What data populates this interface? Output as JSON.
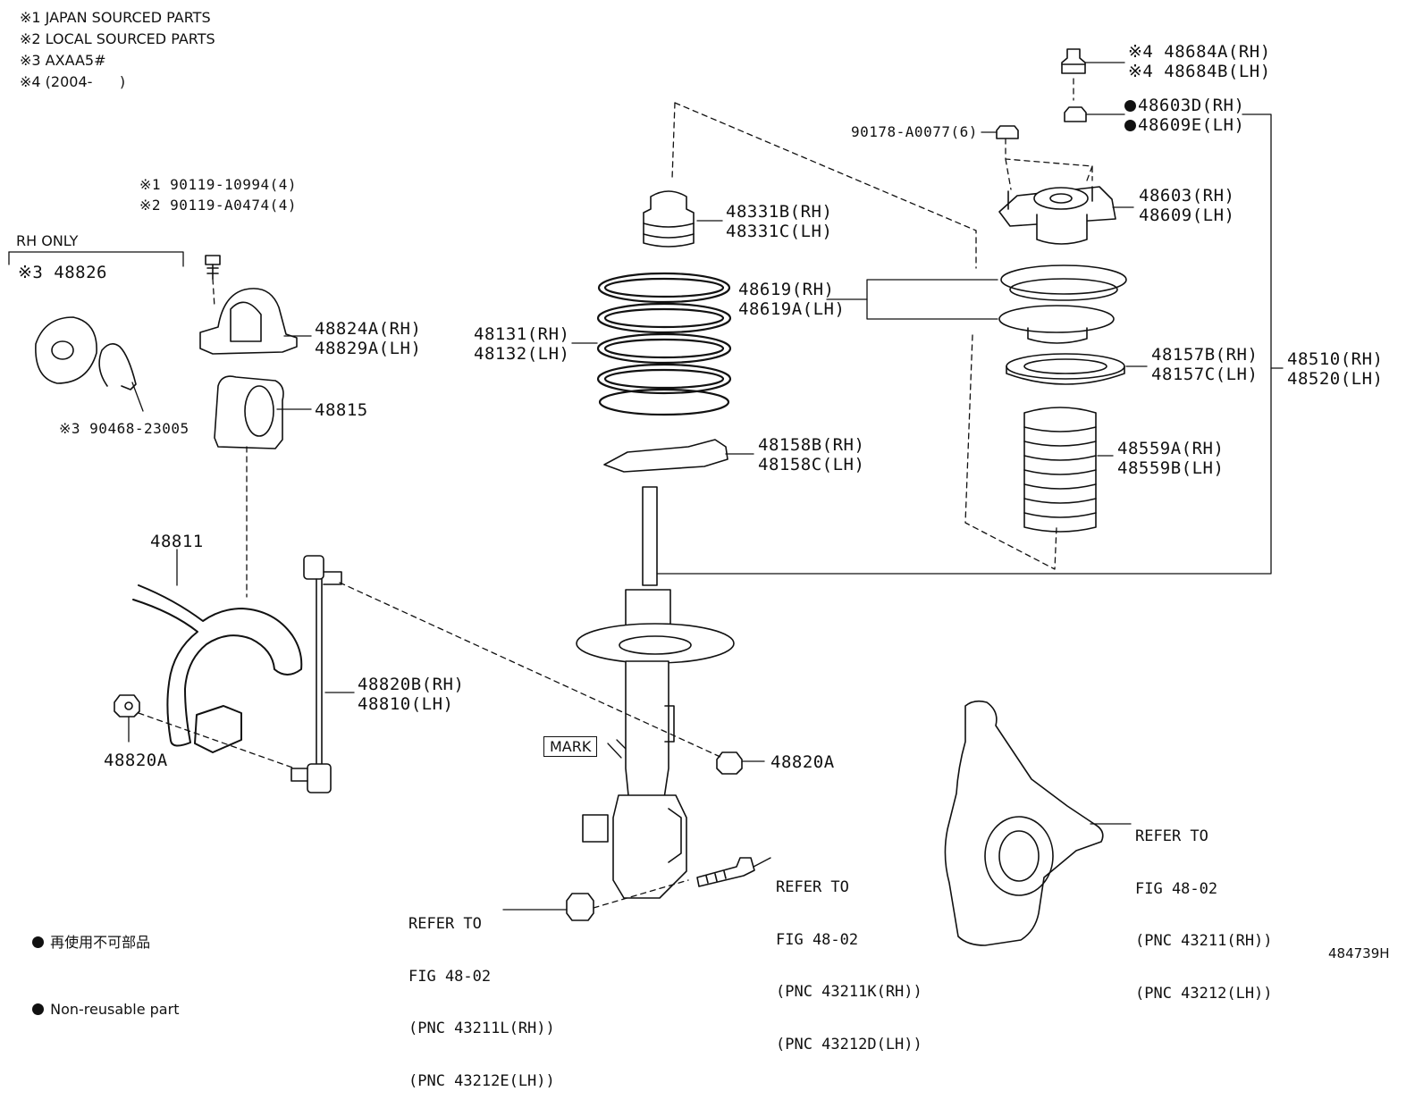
{
  "notes": [
    "※1 JAPAN SOURCED PARTS",
    "※2 LOCAL SOURCED PARTS",
    "※3 AXAA5#",
    "※4 (2004-      )"
  ],
  "labels": {
    "p48684A": "※4 48684A(RH)",
    "p48684B": "※4 48684B(LH)",
    "p48603D": "48603D(RH)",
    "p48609E": "48609E(LH)",
    "p90178": "90178-A0077(6)",
    "p48603": "48603(RH)",
    "p48609": "48609(LH)",
    "p48331B": "48331B(RH)",
    "p48331C": "48331C(LH)",
    "p48619": "48619(RH)",
    "p48619A": "48619A(LH)",
    "p48131": "48131(RH)",
    "p48132": "48132(LH)",
    "p48157B": "48157B(RH)",
    "p48157C": "48157C(LH)",
    "p48510": "48510(RH)",
    "p48520": "48520(LH)",
    "p48559A": "48559A(RH)",
    "p48559B": "48559B(LH)",
    "p48158B": "48158B(RH)",
    "p48158C": "48158C(LH)",
    "p90119a": "※1 90119-10994(4)",
    "p90119b": "※2 90119-A0474(4)",
    "rh_only": "RH ONLY",
    "p48826": "※3 48826",
    "p48824A": "48824A(RH)",
    "p48829A": "48829A(LH)",
    "p90468": "※3 90468-23005",
    "p48815": "48815",
    "p48811": "48811",
    "p48820B": "48820B(RH)",
    "p48810": "48810(LH)",
    "p48820A_left": "48820A",
    "p48820A_right": "48820A",
    "mark": "MARK"
  },
  "refs": {
    "ref_knuckle": [
      "REFER TO",
      "FIG 48-02",
      "(PNC 43211(RH))",
      "(PNC 43212(LH))"
    ],
    "ref_bolt": [
      "REFER TO",
      "FIG 48-02",
      "(PNC 43211K(RH))",
      "(PNC 43212D(LH))"
    ],
    "ref_nut": [
      "REFER TO",
      "FIG 48-02",
      "(PNC 43211L(RH))",
      "(PNC 43212E(LH))"
    ]
  },
  "legend": {
    "line1": "再使用不可部品",
    "line2": "Non-reusable part"
  },
  "figure_id": "484739H"
}
